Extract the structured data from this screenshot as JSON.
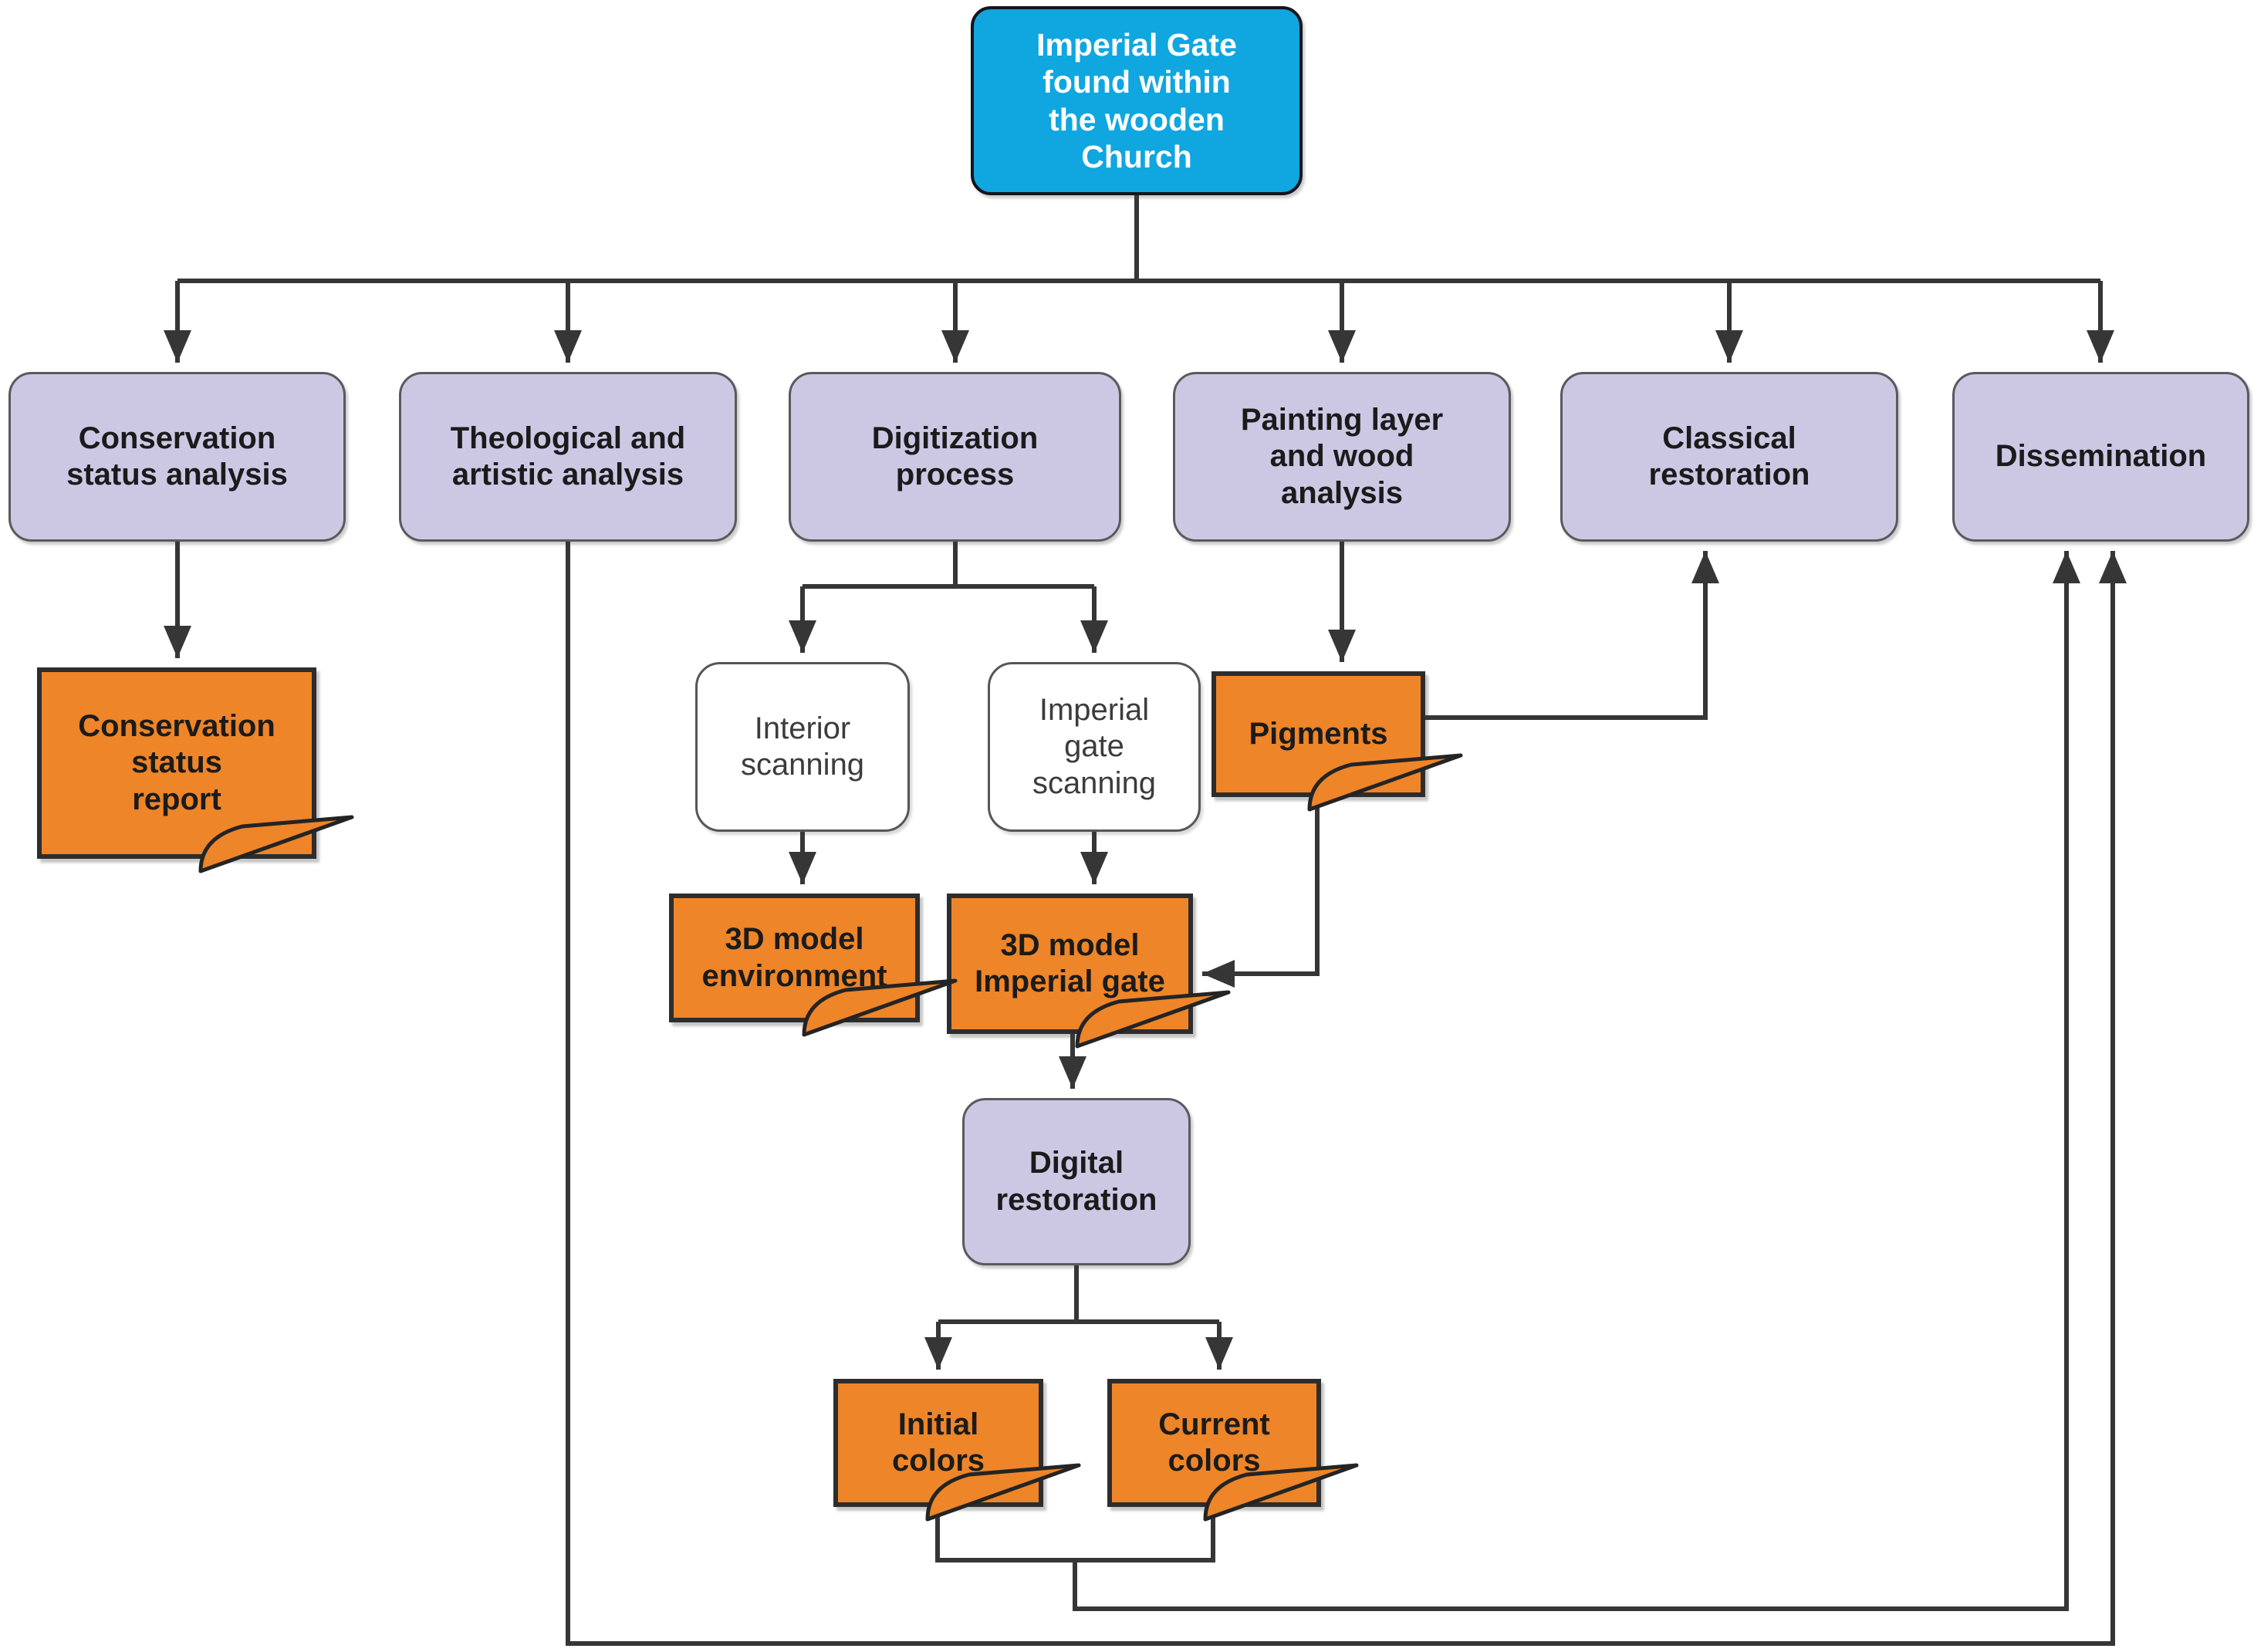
{
  "diagram": {
    "type": "flowchart",
    "colors": {
      "root_fill": "#10a6e0",
      "phase_fill": "#ccc8e4",
      "note_fill": "#ee8528",
      "process_fill": "#ffffff",
      "line": "#363636"
    },
    "nodes": {
      "root": {
        "label": "Imperial Gate\nfound within\nthe wooden\nChurch"
      },
      "conservation_analysis": {
        "label": "Conservation\nstatus analysis"
      },
      "theological_analysis": {
        "label": "Theological and\nartistic analysis"
      },
      "digitization_process": {
        "label": "Digitization\nprocess"
      },
      "painting_wood_analysis": {
        "label": "Painting layer\nand wood\nanalysis"
      },
      "classical_restoration": {
        "label": "Classical\nrestoration"
      },
      "dissemination": {
        "label": "Dissemination"
      },
      "conservation_report": {
        "label": "Conservation\nstatus\nreport"
      },
      "interior_scanning": {
        "label": "Interior\nscanning"
      },
      "imperial_gate_scanning": {
        "label": "Imperial\ngate\nscanning"
      },
      "pigments": {
        "label": "Pigments"
      },
      "model_environment": {
        "label": "3D model\nenvironment"
      },
      "model_imperial_gate": {
        "label": "3D model\nImperial gate"
      },
      "digital_restoration": {
        "label": "Digital\nrestoration"
      },
      "initial_colors": {
        "label": "Initial\ncolors"
      },
      "current_colors": {
        "label": "Current\ncolors"
      }
    },
    "edges": [
      {
        "from": "root",
        "to": "conservation_analysis"
      },
      {
        "from": "root",
        "to": "theological_analysis"
      },
      {
        "from": "root",
        "to": "digitization_process"
      },
      {
        "from": "root",
        "to": "painting_wood_analysis"
      },
      {
        "from": "root",
        "to": "classical_restoration"
      },
      {
        "from": "root",
        "to": "dissemination"
      },
      {
        "from": "conservation_analysis",
        "to": "conservation_report"
      },
      {
        "from": "digitization_process",
        "to": "interior_scanning"
      },
      {
        "from": "digitization_process",
        "to": "imperial_gate_scanning"
      },
      {
        "from": "interior_scanning",
        "to": "model_environment"
      },
      {
        "from": "imperial_gate_scanning",
        "to": "model_imperial_gate"
      },
      {
        "from": "painting_wood_analysis",
        "to": "pigments"
      },
      {
        "from": "pigments",
        "to": "classical_restoration"
      },
      {
        "from": "pigments",
        "to": "model_imperial_gate"
      },
      {
        "from": "model_imperial_gate",
        "to": "digital_restoration"
      },
      {
        "from": "digital_restoration",
        "to": "initial_colors"
      },
      {
        "from": "digital_restoration",
        "to": "current_colors"
      },
      {
        "from": "initial_colors",
        "to": "dissemination"
      },
      {
        "from": "current_colors",
        "to": "dissemination"
      },
      {
        "from": "theological_analysis",
        "to": "dissemination"
      }
    ]
  }
}
